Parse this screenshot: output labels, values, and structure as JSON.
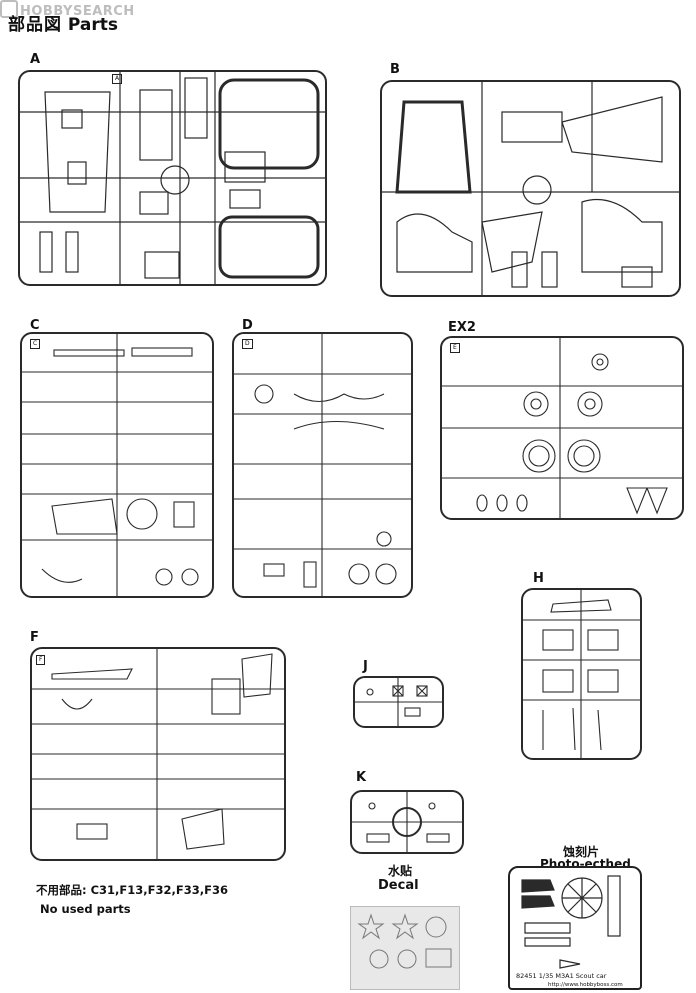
{
  "watermark": "HOBBYSEARCH",
  "header": {
    "title_cn": "部品図",
    "title_en": "Parts"
  },
  "sprues": [
    {
      "id": "A",
      "label": "A"
    },
    {
      "id": "B",
      "label": "B"
    },
    {
      "id": "C",
      "label": "C"
    },
    {
      "id": "D",
      "label": "D"
    },
    {
      "id": "EX2",
      "label": "EX2"
    },
    {
      "id": "F",
      "label": "F"
    },
    {
      "id": "H",
      "label": "H"
    },
    {
      "id": "J",
      "label": "J"
    },
    {
      "id": "K",
      "label": "K"
    }
  ],
  "sprue_tags": {
    "A": "A",
    "C": "C",
    "D": "D",
    "EX2": "E",
    "F": "F"
  },
  "unused": {
    "label_cn": "不用部品: C31,F13,F32,F33,F36",
    "label_en": "No used parts"
  },
  "decal": {
    "label_cn": "水贴",
    "label_en": "Decal"
  },
  "photo_etched": {
    "label_cn": "蚀刻片",
    "label_en": "Photo-ecthed",
    "sheet_text": "82451 1/35 M3A1 Scout car",
    "url": "http://www.hobbyboss.com"
  },
  "colors": {
    "line": "#2a2a2a",
    "watermark": "#bdbdbd"
  }
}
